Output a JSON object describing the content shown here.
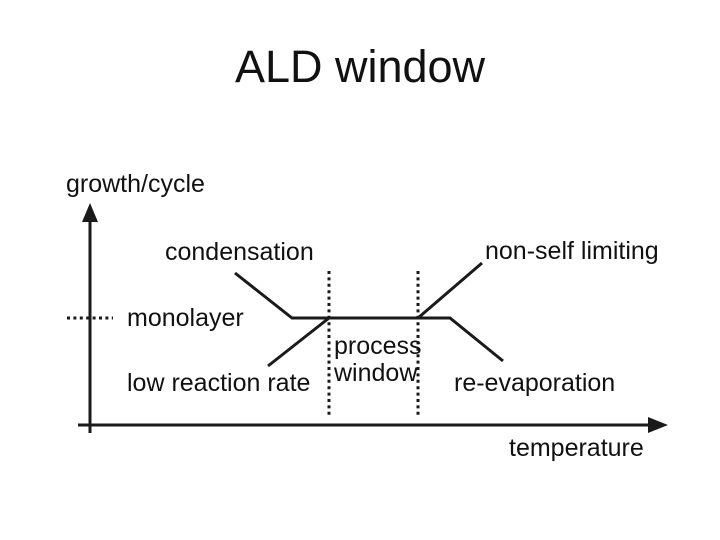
{
  "slide": {
    "title": "ALD window",
    "background_color": "#ffffff",
    "ink_color": "#1a1a1a"
  },
  "diagram": {
    "y_axis_label": "growth/cycle",
    "x_axis_label": "temperature",
    "monolayer_label": "monolayer",
    "condensation_label": "condensation",
    "low_reaction_rate_label": "low reaction rate",
    "process_window_label_line1": "process",
    "process_window_label_line2": "window",
    "non_self_limiting_label": "non-self limiting",
    "re_evaporation_label": "re-evaporation"
  },
  "chart_data": {
    "type": "line",
    "qualitative": true,
    "title": "ALD window",
    "xlabel": "temperature",
    "ylabel": "growth/cycle",
    "reference_level": "monolayer (dotted leader across y-axis at window growth level)",
    "layout_hints": {
      "axes": "single quadrant, arrowheads on both axes, no tick marks or numbers",
      "process_window": "flat segment at monolayer level bounded by two dotted vertical lines"
    },
    "segments": [
      {
        "name": "condensation",
        "region": "low temperature",
        "trend": "line slopes down from upper-left to the window level"
      },
      {
        "name": "low reaction rate",
        "region": "low temperature",
        "trend": "line slopes up from lower-left to the window level"
      },
      {
        "name": "process window",
        "region": "middle",
        "trend": "flat line at monolayer growth per cycle"
      },
      {
        "name": "non-self limiting",
        "region": "high temperature",
        "trend": "line slopes up from window level toward upper-right"
      },
      {
        "name": "re-evaporation",
        "region": "high temperature",
        "trend": "line slopes down from window level toward lower-right"
      }
    ]
  }
}
